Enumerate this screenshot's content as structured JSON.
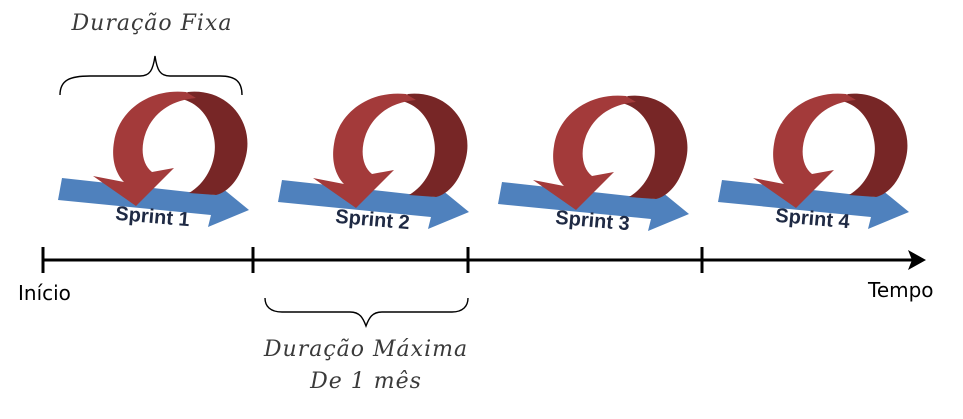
{
  "labels": {
    "fixed_duration": "Duração Fixa",
    "max_duration_line1": "Duração Máxima",
    "max_duration_line2": "De 1 mês",
    "start": "Início",
    "time": "Tempo"
  },
  "sprints": [
    {
      "label": "Sprint 1"
    },
    {
      "label": "Sprint 2"
    },
    {
      "label": "Sprint 3"
    },
    {
      "label": "Sprint 4"
    }
  ],
  "colors": {
    "arrow_blue": "#4f81bd",
    "cycle_light": "#a33a3a",
    "cycle_dark": "#772626",
    "timeline": "#000000"
  }
}
